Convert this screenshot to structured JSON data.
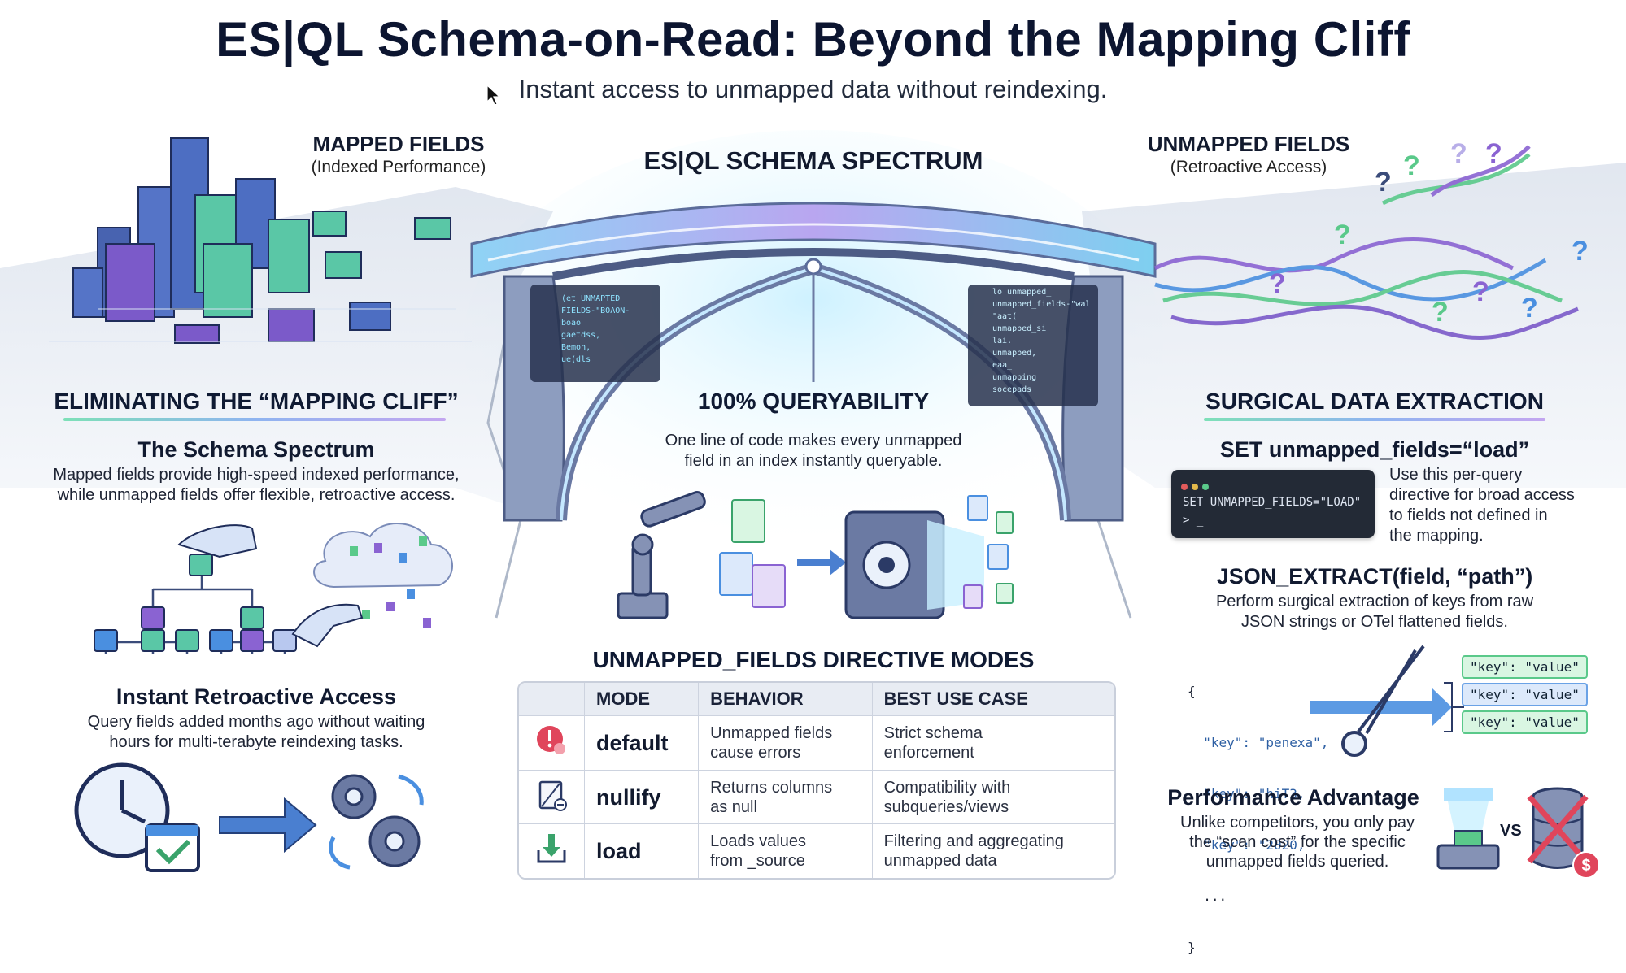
{
  "header": {
    "title": "ES|QL Schema-on-Read: Beyond the Mapping Cliff",
    "subtitle": "Instant access to unmapped data without reindexing."
  },
  "top_left": {
    "title": "MAPPED FIELDS",
    "subtitle": "(Indexed Performance)"
  },
  "top_center": {
    "title": "ES|QL SCHEMA SPECTRUM"
  },
  "top_right": {
    "title": "UNMAPPED FIELDS",
    "subtitle": "(Retroactive Access)"
  },
  "left_column": {
    "section_title": "ELIMINATING THE “MAPPING CLIFF”",
    "spectrum": {
      "heading": "The Schema Spectrum",
      "text_line1": "Mapped fields provide high-speed indexed performance,",
      "text_line2": "while unmapped fields offer flexible, retroactive access."
    },
    "retro": {
      "heading": "Instant Retroactive Access",
      "text_line1": "Query fields added months ago without waiting",
      "text_line2": "hours for multi-terabyte reindexing tasks."
    }
  },
  "center_column": {
    "section_title": "100% QUERYABILITY",
    "text_line1": "One line of code makes every unmapped",
    "text_line2": "field in an index instantly queryable.",
    "table_title": "UNMAPPED_FIELDS DIRECTIVE MODES",
    "table": {
      "headers": [
        "MODE",
        "BEHAVIOR",
        "BEST USE CASE"
      ],
      "rows": [
        {
          "mode": "default",
          "behavior1": "Unmapped fields",
          "behavior2": "cause errors",
          "use1": "Strict schema",
          "use2": "enforcement",
          "icon": "error-icon"
        },
        {
          "mode": "nullify",
          "behavior1": "Returns columns",
          "behavior2": "as null",
          "use1": "Compatibility with",
          "use2": "subqueries/views",
          "icon": "null-icon"
        },
        {
          "mode": "load",
          "behavior1": "Loads values",
          "behavior2": "from _source",
          "use1": "Filtering and aggregating",
          "use2": "unmapped data",
          "icon": "download-icon"
        }
      ]
    }
  },
  "right_column": {
    "section_title": "SURGICAL DATA EXTRACTION",
    "set_heading": "SET unmapped_fields=“load”",
    "terminal_cmd": "SET UNMAPPED_FIELDS=\"LOAD\"",
    "terminal_prompt": "> _",
    "set_desc": [
      "Use this per-query",
      "directive for broad access",
      "to fields not defined in",
      "the mapping."
    ],
    "json_heading": "JSON_EXTRACT(field, “path”)",
    "json_desc1": "Perform surgical extraction of keys from raw",
    "json_desc2": "JSON strings or OTel flattened fields.",
    "json_lines": [
      "{",
      "  \"key\": \"penexa\",",
      "  \"key\": \"hiT3,",
      "  \"key\": \"2020,",
      "  ...",
      "}"
    ],
    "extracted": [
      "\"key\": \"value\"",
      "\"key\": \"value\"",
      "\"key\": \"value\""
    ],
    "perf_heading": "Performance Advantage",
    "perf_desc": [
      "Unlike competitors, you only pay",
      "the “scan cost” for the specific",
      "unmapped fields queried."
    ],
    "vs_label": "VS",
    "dollar": "$"
  },
  "bridge_code_left": [
    "(et UNMAPTED",
    "FIELDS-\"BOAON-",
    "boao",
    "gaetdss,",
    "Bemon,",
    "ue(dls"
  ],
  "bridge_code_right": [
    "lo unmapped_",
    "unmapped_fields-\"wal",
    "\"aat(",
    "unmapped_si",
    "lai.",
    "unmapped,",
    "eaa_",
    "unmapping",
    "socepads"
  ],
  "colors": {
    "accent_green": "#5ac98a",
    "accent_blue": "#4a8fe0",
    "accent_purple": "#8a63d2",
    "navy": "#2b3a66"
  }
}
